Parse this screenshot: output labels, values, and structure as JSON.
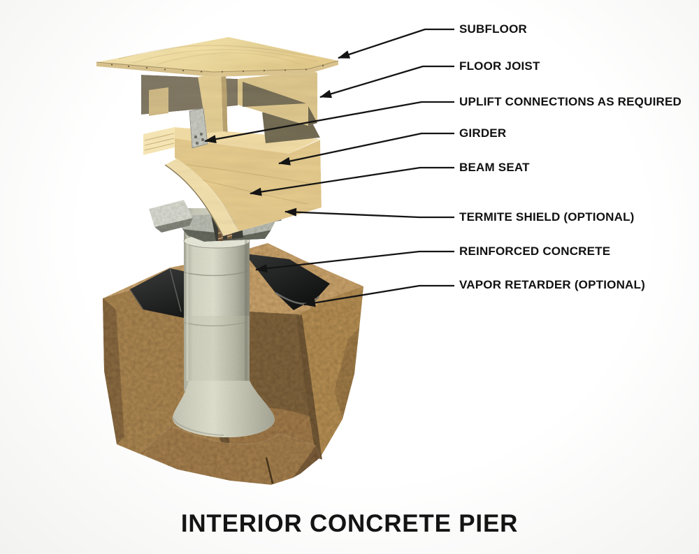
{
  "diagram": {
    "title": "INTERIOR CONCRETE PIER",
    "labels": [
      {
        "id": "subfloor",
        "text": "SUBFLOOR"
      },
      {
        "id": "floor-joist",
        "text": "FLOOR JOIST"
      },
      {
        "id": "uplift-connections",
        "text": "UPLIFT CONNECTIONS AS REQUIRED"
      },
      {
        "id": "girder",
        "text": "GIRDER"
      },
      {
        "id": "beam-seat",
        "text": "BEAM SEAT"
      },
      {
        "id": "termite-shield",
        "text": "TERMITE SHIELD (OPTIONAL)"
      },
      {
        "id": "reinforced-concrete",
        "text": "REINFORCED CONCRETE"
      },
      {
        "id": "vapor-retarder",
        "text": "VAPOR RETARDER (OPTIONAL)"
      }
    ],
    "colors": {
      "wood_light": "#e8d6a3",
      "wood_shadow": "#7a7260",
      "concrete": "#b9b9ae",
      "galvanized_steel": "#b2b4ac",
      "soil": "#8d6f45",
      "vapor_retarder_black": "#1a1b1b",
      "leader_line": "#1a1a1a",
      "text": "#111111",
      "background": "#fcfcfb"
    }
  }
}
